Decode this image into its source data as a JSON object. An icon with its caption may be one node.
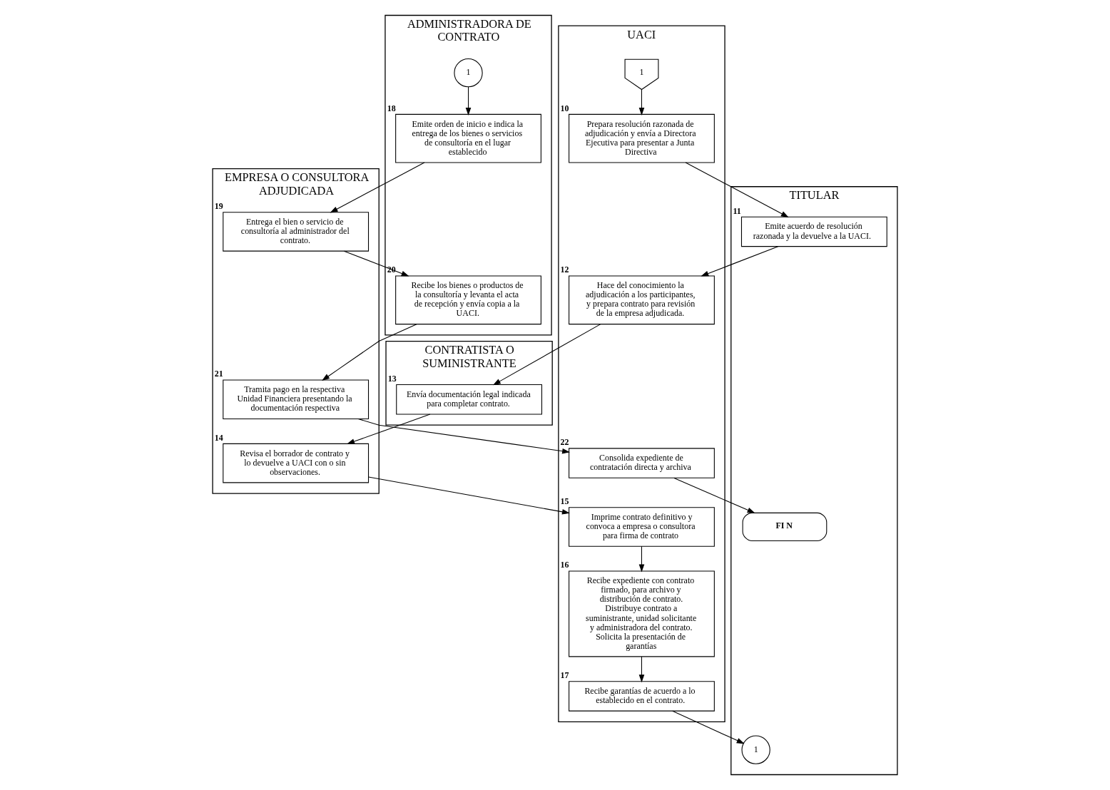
{
  "diagram": {
    "nodes": [
      {
        "text": [
          "UACI"
        ]
      },
      {
        "text": [
          "TITULAR"
        ]
      },
      {
        "text": [
          "CONTRATISTA O SUMINISTRANTE"
        ]
      },
      {
        "text": [
          "EMPRESA O CONSULTORA ADJUDICADA"
        ]
      },
      {
        "text": [
          "ADMINISTRADORA DE CONTRATO"
        ]
      },
      {
        "text": [
          "1"
        ],
        "in": 0
      },
      {
        "text": [
          "Prepara resolución razonada de adjudicación y envía a Directora Ejecutiva para presentar a Junta Directiva"
        ],
        "in": 0,
        "beside": [
          "10"
        ]
      },
      {
        "text": [
          "Emite acuerdo de resolución razonada y la devuelve a la UACI."
        ],
        "in": 1,
        "beside": [
          "11"
        ]
      },
      {
        "text": [
          "Hace del conocimiento la adjudicación a los participantes, y prepara contrato para revisión de la empresa adjudicada."
        ],
        "in": 0,
        "beside": [
          "12"
        ]
      },
      {
        "text": [
          "Envía documentación legal indicada para completar contrato."
        ],
        "in": 2,
        "beside": [
          "13"
        ]
      },
      {
        "text": [
          "Revisa el borrador de contrato y lo devuelve a UACI con o sin observaciones."
        ],
        "in": 3,
        "beside": [
          "14"
        ]
      },
      {
        "text": [
          "Imprime contrato definitivo y convoca a empresa o consultora para firma de contrato"
        ],
        "in": 0,
        "beside": [
          "15"
        ]
      },
      {
        "text": [
          "Recibe expediente con contrato firmado, para archivo y distribución de contrato. Distribuye contrato a suministrante, unidad solicitante y administradora del contrato. Solicita la presentación de garantías"
        ],
        "in": 0,
        "beside": [
          "16"
        ]
      },
      {
        "text": [
          "Recibe garantías de acuerdo a lo establecido en el contrato."
        ],
        "in": 0,
        "beside": [
          "17"
        ]
      },
      {
        "text": [
          "1"
        ],
        "in": 1
      },
      {
        "text": [
          "Consolida expediente de contratación directa y archiva"
        ],
        "in": 0,
        "beside": [
          "22"
        ]
      },
      {
        "text": [
          "FI N"
        ],
        "in": 1
      },
      {
        "text": [
          "1"
        ],
        "in": 4
      },
      {
        "text": [
          "Emite orden de inicio e indica la entrega de los bienes o servicios de consultoría en el lugar establecido"
        ],
        "in": 4,
        "beside": [
          "18"
        ]
      },
      {
        "text": [
          "Entrega el bien o servicio de consultoría al administrador del contrato."
        ],
        "in": 3,
        "beside": [
          "19"
        ]
      },
      {
        "text": [
          "Recibe los bienes o productos de la consultoría y levanta el acta de recepción y envía copia a la UACI."
        ],
        "in": 4,
        "beside": [
          "20"
        ]
      },
      {
        "text": [
          "Tramita pago en la respectiva Unidad Financiera presentando la documentación respectiva"
        ],
        "in": 3,
        "beside": [
          "21"
        ]
      }
    ],
    "edges": [
      {
        "from": 5,
        "to": 6,
        "arrow": "to"
      },
      {
        "from": 6,
        "to": 7,
        "arrow": "to"
      },
      {
        "from": 7,
        "to": 8,
        "arrow": "to"
      },
      {
        "from": 8,
        "to": 9,
        "arrow": "to"
      },
      {
        "from": 9,
        "to": 10,
        "arrow": "to"
      },
      {
        "from": 10,
        "to": 11,
        "arrow": "to"
      },
      {
        "from": 11,
        "to": 12,
        "arrow": "to"
      },
      {
        "from": 12,
        "to": 13,
        "arrow": "to"
      },
      {
        "from": 13,
        "to": 14,
        "arrow": "to"
      },
      {
        "from": 17,
        "to": 18,
        "arrow": "to"
      },
      {
        "from": 18,
        "to": 19,
        "arrow": "to"
      },
      {
        "from": 19,
        "to": 20,
        "arrow": "to"
      },
      {
        "from": 20,
        "to": 21,
        "arrow": "to"
      },
      {
        "from": 21,
        "to": 15,
        "arrow": "to"
      },
      {
        "from": 15,
        "to": 16,
        "arrow": "to"
      }
    ]
  }
}
